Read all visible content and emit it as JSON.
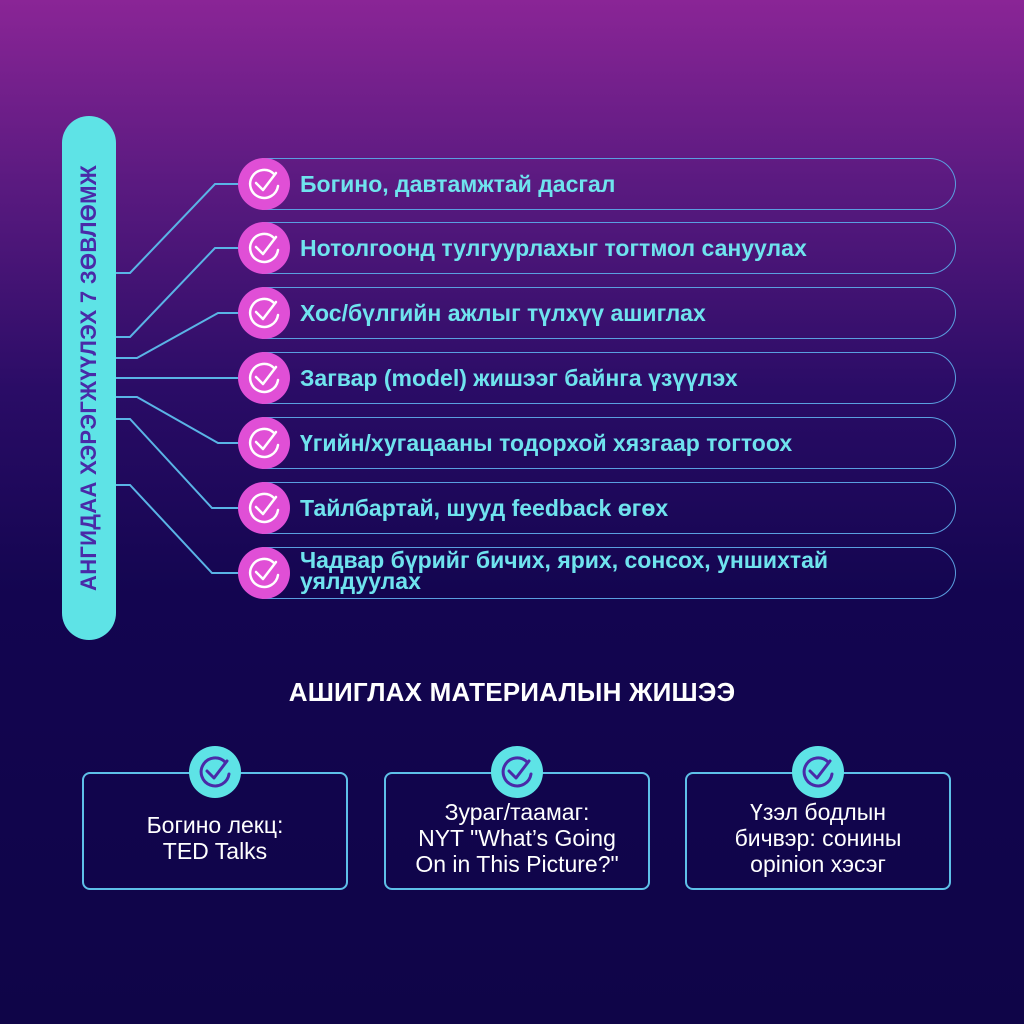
{
  "sidebar": {
    "title": "АНГИДАА ХЭРЭГЖҮҮЛЭХ 7 ЗӨВЛӨМЖ"
  },
  "tips": [
    {
      "icon": "check-circle-icon",
      "label": "Богино, давтамжтай дасгал"
    },
    {
      "icon": "check-circle-icon",
      "label": "Нотолгоонд тулгуурлахыг тогтмол сануулах"
    },
    {
      "icon": "check-circle-icon",
      "label": "Хос/бүлгийн ажлыг түлхүү ашиглах"
    },
    {
      "icon": "check-circle-icon",
      "label": "Загвар (model) жишээг байнга үзүүлэх"
    },
    {
      "icon": "check-circle-icon",
      "label": "Үгийн/хугацааны тодорхой хязгаар тогтоох"
    },
    {
      "icon": "check-circle-icon",
      "label": "Тайлбартай, шууд feedback өгөх"
    },
    {
      "icon": "check-circle-icon",
      "label_line1": "Чадвар бүрийг бичих, ярих, сонсох, уншихтай",
      "label_line2": "уялдуулах"
    }
  ],
  "materials": {
    "title": "АШИГЛАХ МАТЕРИАЛЫН ЖИШЭЭ",
    "cards": [
      {
        "icon": "check-circle-icon",
        "line1": "Богино лекц:",
        "line2": "TED Talks"
      },
      {
        "icon": "check-circle-icon",
        "line1": "Зураг/таамаг:",
        "line2": "NYT \"What’s Going",
        "line3": "On in This Picture?\""
      },
      {
        "icon": "check-circle-icon",
        "line1": "Үзэл бодлын",
        "line2": "бичвэр: сонины",
        "line3": "opinion хэсэг"
      }
    ]
  },
  "colors": {
    "accent_cyan": "#5ee3e6",
    "accent_magenta": "#e04fd6",
    "text_cyan": "#6fe3ee",
    "line_blue": "#5a9fe0",
    "bg_top": "#8a2596",
    "bg_bottom": "#0f0548"
  }
}
